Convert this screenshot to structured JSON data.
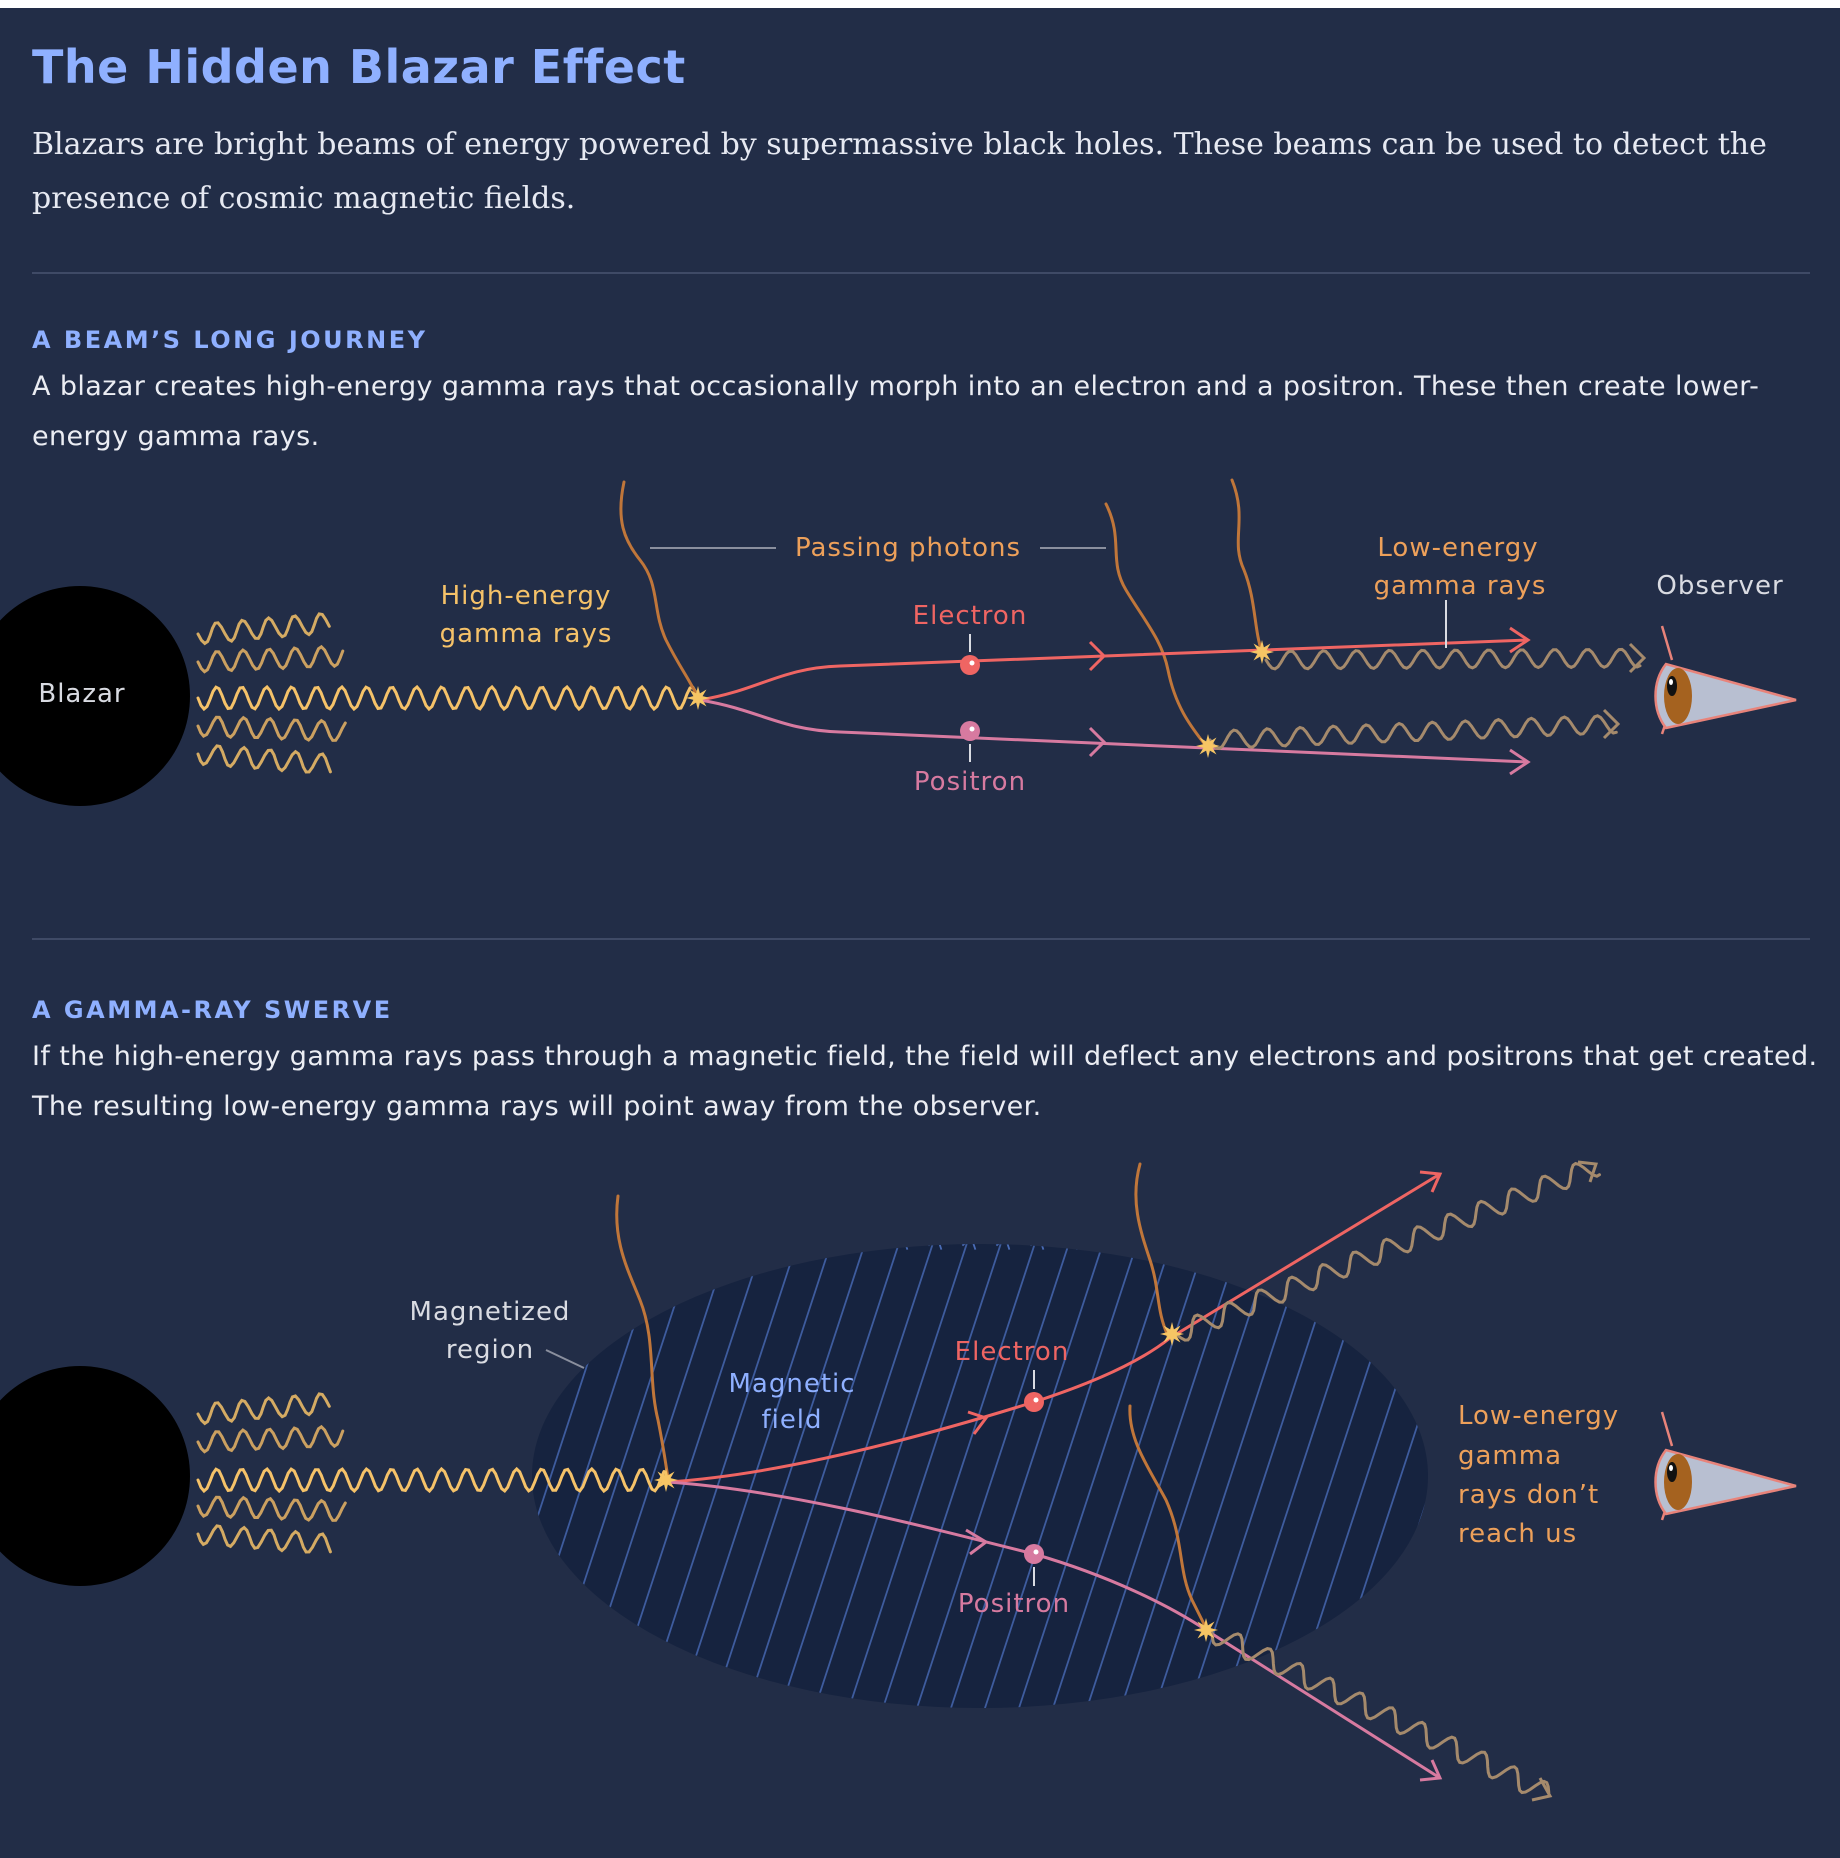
{
  "title": "The Hidden Blazar Effect",
  "intro": "Blazars are bright beams of energy powered by supermassive black holes. These beams can be used to detect the presence of cosmic magnetic fields.",
  "section1": {
    "heading": "A BEAM’S LONG JOURNEY",
    "body": "A blazar creates high-energy gamma rays that occasionally morph into an electron and a positron. These then create lower-energy gamma rays.",
    "labels": {
      "blazar": "Blazar",
      "high_energy_1": "High-energy",
      "high_energy_2": "gamma rays",
      "passing_photons": "Passing photons",
      "electron": "Electron",
      "positron": "Positron",
      "low_energy_1": "Low-energy",
      "low_energy_2": "gamma rays",
      "observer": "Observer"
    }
  },
  "section2": {
    "heading": "A GAMMA-RAY SWERVE",
    "body": "If the high-energy gamma rays pass through a magnetic field, the field will deflect any electrons and positrons that get created. The resulting low-energy gamma rays will point away from the observer.",
    "labels": {
      "magnetized_1": "Magnetized",
      "magnetized_2": "region",
      "field_1": "Magnetic",
      "field_2": "field",
      "electron": "Electron",
      "positron": "Positron",
      "miss_1": "Low-energy",
      "miss_2": "gamma",
      "miss_3": "rays don’t",
      "miss_4": "reach us"
    }
  },
  "colors": {
    "background": "#222d47",
    "heading_blue": "#8fb0ff",
    "gamma_yellow": "#f5c269",
    "photon_brown": "#c0763a",
    "electron_red": "#ef6563",
    "positron_pink": "#d77aa0",
    "low_energy_tan": "#a58a6c",
    "label_orange": "#eda05a",
    "field_region": "#16233f",
    "field_lines": "#3e5c9e"
  },
  "icons": [
    "blazar-disc",
    "spark-star-icon",
    "observer-eye-icon",
    "arrow-head-icon"
  ]
}
